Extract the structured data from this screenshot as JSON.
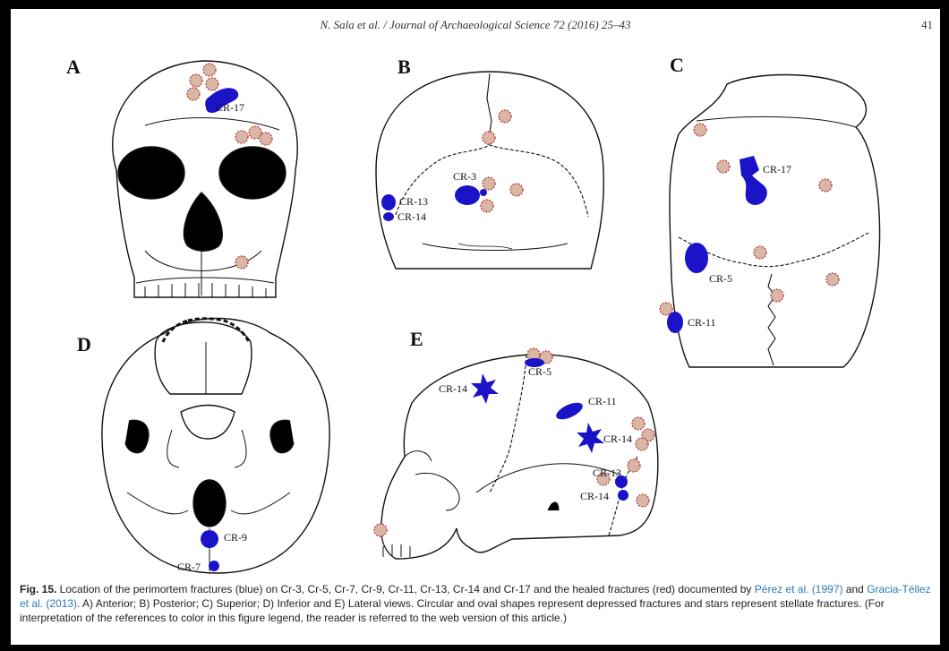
{
  "header": {
    "citation": "N. Sala et al. / Journal of Archaeological Science 72 (2016) 25–43",
    "page_number": "41"
  },
  "panels": {
    "A": "A",
    "B": "B",
    "C": "C",
    "D": "D",
    "E": "E"
  },
  "labels": {
    "a_cr17": "CR-17",
    "b_cr3": "CR-3",
    "b_cr13": "CR-13",
    "b_cr14": "CR-14",
    "c_cr17": "CR-17",
    "c_cr5": "CR-5",
    "c_cr11": "CR-11",
    "d_cr9": "CR-9",
    "d_cr7": "CR-7",
    "e_cr14_top": "CR-14",
    "e_cr5": "CR-5",
    "e_cr11": "CR-11",
    "e_cr14_mid": "CR-14",
    "e_cr13": "CR-13",
    "e_cr14_low": "CR-14"
  },
  "colors": {
    "perimortem": "#1a13c8",
    "healed_fill": "#d9b6a6",
    "healed_border": "#b5312e",
    "bone_outline": "#111111"
  },
  "caption": {
    "fig_label": "Fig. 15.",
    "text_1": " Location of the perimortem fractures (blue) on Cr-3, Cr-5, Cr-7, Cr-9, Cr-11, Cr-13, Cr-14 and Cr-17 and the healed fractures (red) documented by ",
    "ref_1": "Pérez et al. (1997)",
    "text_2": " and ",
    "ref_2": "Gracia-Téllez et al. (2013)",
    "text_3": ". A) Anterior; B) Posterior; C) Superior; D) Inferior and E) Lateral views. Circular and oval shapes represent depressed fractures and stars represent stellate fractures. (For interpretation of the references to color in this figure legend, the reader is referred to the web version of this article.)"
  }
}
